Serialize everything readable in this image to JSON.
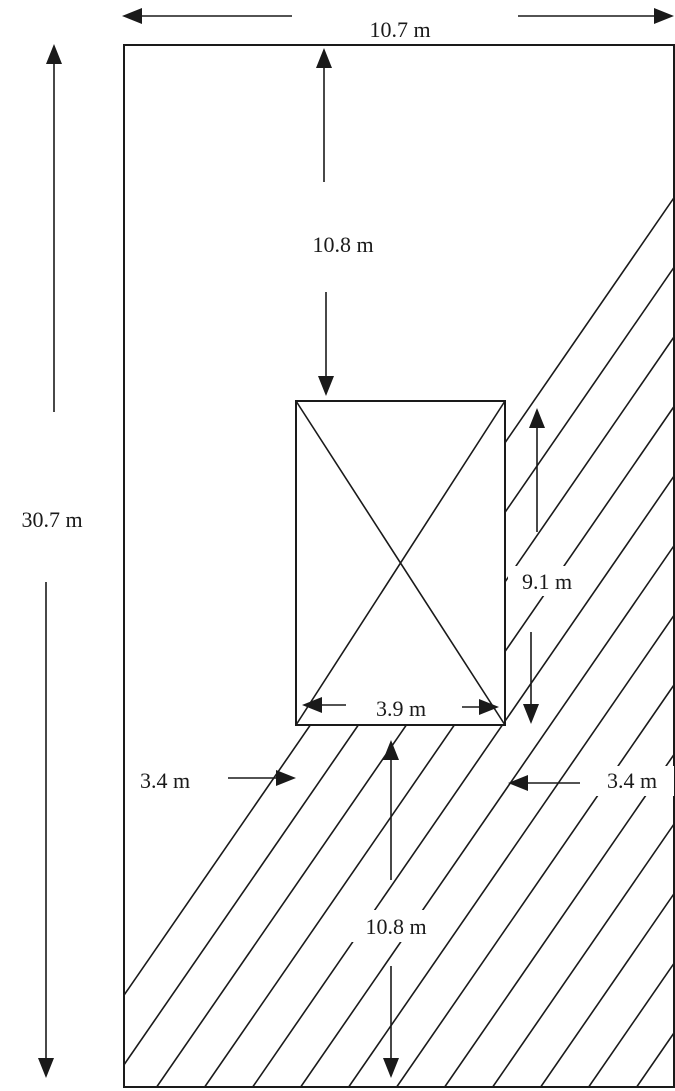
{
  "diagram": {
    "dimensions": {
      "lot_width": "10.7 m",
      "lot_length": "30.7 m",
      "front_setback": "10.8 m",
      "rear_setback": "10.8 m",
      "building_length": "9.1 m",
      "building_width": "3.9 m",
      "left_side_setback": "3.4 m",
      "right_side_setback": "3.4 m"
    }
  }
}
